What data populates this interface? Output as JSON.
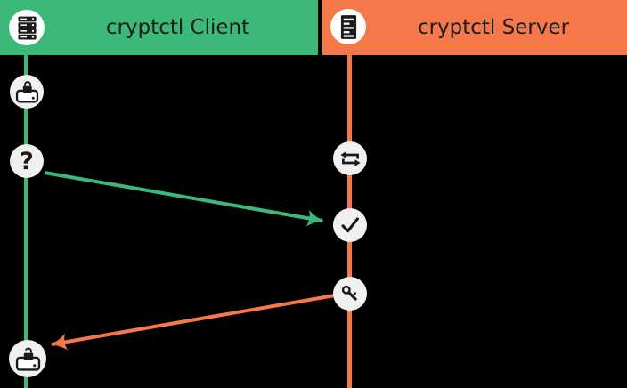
{
  "colors": {
    "background": "#000000",
    "client_green": "#3CB878",
    "server_orange": "#F5784B",
    "circle_white": "#FFFFFF",
    "node_circle_bg": "#F0F0EF",
    "icon_black": "#1A1A1A",
    "header_text": "#1C1C1C"
  },
  "client": {
    "title": "cryptctl Client",
    "header_icon": "server-rack-icon",
    "nodes": [
      {
        "icon": "disk-locked-icon",
        "meaning": "encrypted disk"
      },
      {
        "icon": "question-icon",
        "glyph": "?",
        "meaning": "key request"
      },
      {
        "icon": "disk-unlocked-icon",
        "meaning": "unlocked disk"
      }
    ]
  },
  "server": {
    "title": "cryptctl Server",
    "header_icon": "server-tower-icon",
    "nodes": [
      {
        "icon": "transfer-icon",
        "meaning": "exchange"
      },
      {
        "icon": "check-icon",
        "meaning": "accepted"
      },
      {
        "icon": "key-icon",
        "meaning": "key delivery"
      }
    ]
  },
  "arrows": [
    {
      "name": "client-request-arrow",
      "direction": "client-to-server",
      "color": "#3CB878"
    },
    {
      "name": "server-key-arrow",
      "direction": "server-to-client",
      "color": "#F5784B"
    }
  ]
}
